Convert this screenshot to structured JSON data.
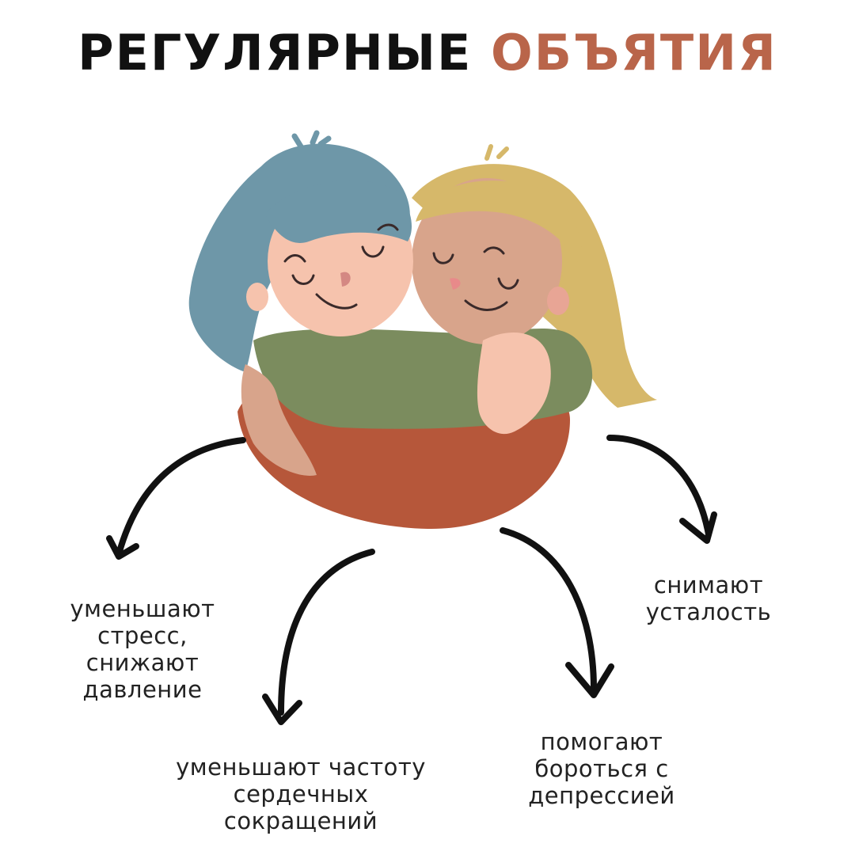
{
  "title": {
    "part1": "РЕГУЛЯРНЫЕ",
    "part2": "ОБЪЯТИЯ",
    "part1_color": "#111111",
    "part2_color": "#b9654a"
  },
  "illustration": {
    "description": "two girls hugging",
    "colors": {
      "blue_hair": "#6e97a8",
      "blonde_hair": "#d6b86a",
      "skin_light": "#f6c3ad",
      "skin_tan": "#d8a48b",
      "shirt_green": "#7b8c5e",
      "body_rust": "#b6573a",
      "outline": "#3a2a2a"
    }
  },
  "benefits": [
    {
      "lines": [
        "уменьшают",
        "стресс,",
        "снижают",
        "давление"
      ]
    },
    {
      "lines": [
        "уменьшают частоту",
        "сердечных",
        "сокращений"
      ]
    },
    {
      "lines": [
        "помогают",
        "бороться с",
        "депрессией"
      ]
    },
    {
      "lines": [
        "снимают",
        "усталость"
      ]
    }
  ]
}
